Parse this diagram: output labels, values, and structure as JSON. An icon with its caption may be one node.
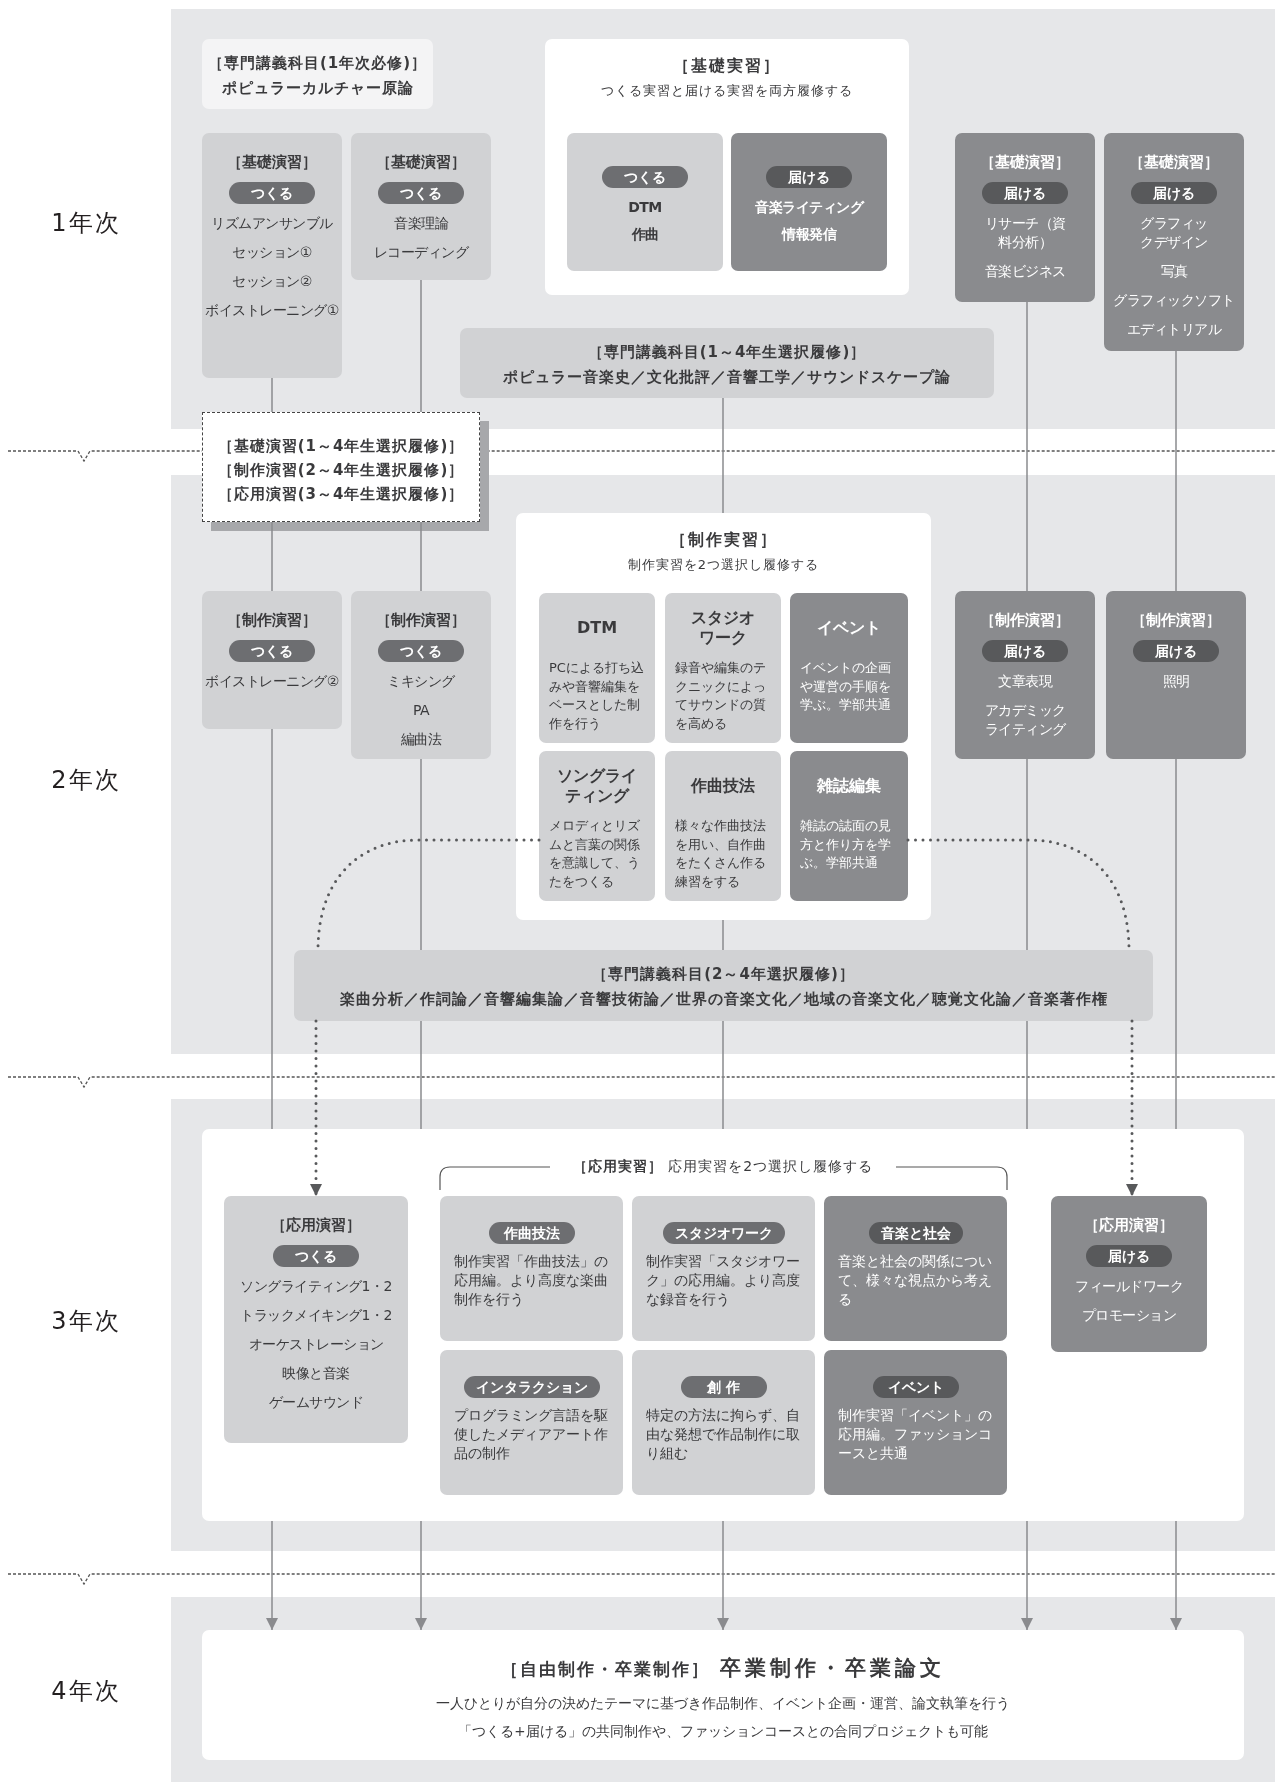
{
  "diagram": {
    "nodes": [
      {
        "text": [
          "［専門講義科目(1年次必修)］",
          "ポピュラーカルチャー原論"
        ]
      },
      {
        "text": [
          "［基礎実習］",
          "つくる実習と届ける実習を両方履修する"
        ]
      },
      {
        "text": [
          "つくる",
          "DTM",
          "作曲"
        ],
        "in": 1
      },
      {
        "text": [
          "届ける",
          "音楽ライティング",
          "情報発信"
        ],
        "in": 1
      },
      {
        "text": [
          "［基礎演習］",
          "つくる",
          "リズムアンサンブル",
          "セッション①",
          "セッション②",
          "ボイストレーニング①"
        ]
      },
      {
        "text": [
          "［基礎演習］",
          "つくる",
          "音楽理論",
          "レコーディング"
        ]
      },
      {
        "text": [
          "［基礎演習］",
          "届ける",
          "リサーチ（資料分析）",
          "音楽ビジネス"
        ]
      },
      {
        "text": [
          "［基礎演習］",
          "届ける",
          "グラフィックデザイン",
          "写真",
          "グラフィックソフト",
          "エディトリアル"
        ]
      },
      {
        "text": [
          "［専門講義科目(1～4年生選択履修)］",
          "ポピュラー音楽史／文化批評／音響工学／サウンドスケープ論"
        ]
      },
      {
        "text": [
          "［基礎演習(1～4年生選択履修)］",
          "［制作演習(2～4年生選択履修)］",
          "［応用演習(3～4年生選択履修)］"
        ]
      },
      {
        "text": [
          "［制作演習］",
          "つくる",
          "ボイストレーニング②"
        ]
      },
      {
        "text": [
          "［制作演習］",
          "つくる",
          "ミキシング",
          "PA",
          "編曲法"
        ]
      },
      {
        "text": [
          "［制作実習］",
          "制作実習を2つ選択し履修する"
        ]
      },
      {
        "text": [
          "DTM",
          "PCによる打ち込みや音響編集をベースとした制作を行う"
        ],
        "in": 12
      },
      {
        "text": [
          "スタジオワーク",
          "録音や編集のテクニックによってサウンドの質を高める"
        ],
        "in": 12
      },
      {
        "text": [
          "イベント",
          "イベントの企画や運営の手順を学ぶ。学部共通"
        ],
        "in": 12
      },
      {
        "text": [
          "ソングライティング",
          "メロディとリズムと言葉の関係を意識して、うたをつくる"
        ],
        "in": 12
      },
      {
        "text": [
          "作曲技法",
          "様々な作曲技法を用い、自作曲をたくさん作る練習をする"
        ],
        "in": 12
      },
      {
        "text": [
          "雑誌編集",
          "雑誌の誌面の見方と作り方を学ぶ。学部共通"
        ],
        "in": 12
      },
      {
        "text": [
          "［制作演習］",
          "届ける",
          "文章表現",
          "アカデミックライティング"
        ]
      },
      {
        "text": [
          "［制作演習］",
          "届ける",
          "照明"
        ]
      },
      {
        "text": [
          "［専門講義科目(2～4年選択履修)］",
          "楽曲分析／作詞論／音響編集論／音響技術論／世界の音楽文化／地域の音楽文化／聴覚文化論／音楽著作権"
        ]
      },
      {
        "text": [],
        "shape": "box"
      },
      {
        "text": [
          "［応用演習］",
          "つくる",
          "ソングライティング1・2",
          "トラックメイキング1・2",
          "オーケストレーション",
          "映像と音楽",
          "ゲームサウンド"
        ],
        "in": 22
      },
      {
        "text": [
          "作曲技法",
          "制作実習「作曲技法」の応用編。より高度な楽曲制作を行う"
        ],
        "in": 22
      },
      {
        "text": [
          "スタジオワーク",
          "制作実習「スタジオワーク」の応用編。より高度な録音を行う"
        ],
        "in": 22
      },
      {
        "text": [
          "音楽と社会",
          "音楽と社会の関係について、様々な視点から考える"
        ],
        "in": 22
      },
      {
        "text": [
          "インタラクション",
          "プログラミング言語を駆使したメディアアート作品の制作"
        ],
        "in": 22
      },
      {
        "text": [
          "創 作",
          "特定の方法に拘らず、自由な発想で作品制作に取り組む"
        ],
        "in": 22
      },
      {
        "text": [
          "イベント",
          "制作実習「イベント」の応用編。ファッションコースと共通"
        ],
        "in": 22
      },
      {
        "text": [
          "［応用演習］",
          "届ける",
          "フィールドワーク",
          "プロモーション"
        ],
        "in": 22
      },
      {
        "text": [
          "［自由制作・卒業制作］",
          "卒業制作・卒業論文",
          "一人ひとりが自分の決めたテーマに基づき作品制作、イベント企画・運営、論文執筆を行う",
          "「つくる+届ける」の共同制作や、ファッションコースとの合同プロジェクトも可能"
        ]
      }
    ],
    "edges": [
      {
        "from": 4,
        "to": 9,
        "arrow": "none"
      },
      {
        "from": 5,
        "to": 9,
        "arrow": "none"
      },
      {
        "from": 9,
        "to": 10,
        "arrow": "none"
      },
      {
        "from": 9,
        "to": 11,
        "arrow": "none"
      },
      {
        "from": 8,
        "to": 12,
        "arrow": "none"
      },
      {
        "from": 6,
        "to": 19,
        "arrow": "none"
      },
      {
        "from": 7,
        "to": 20,
        "arrow": "none"
      },
      {
        "from": 10,
        "to": 22,
        "arrow": "none"
      },
      {
        "from": 11,
        "to": 21,
        "arrow": "none"
      },
      {
        "from": 21,
        "to": 22,
        "arrow": "none"
      },
      {
        "from": 12,
        "to": 21,
        "arrow": "none"
      },
      {
        "from": 21,
        "to": 22,
        "arrow": "none"
      },
      {
        "from": 19,
        "to": 21,
        "arrow": "none"
      },
      {
        "from": 21,
        "to": 22,
        "arrow": "none"
      },
      {
        "from": 20,
        "to": 22,
        "arrow": "none"
      },
      {
        "from": 16,
        "to": 21,
        "arrow": "none",
        "style": "dashed",
        "color": "#58595b"
      },
      {
        "from": 18,
        "to": 21,
        "arrow": "none",
        "style": "dashed",
        "color": "#58595b"
      },
      {
        "from": 21,
        "to": 23,
        "arrow": "to",
        "style": "dashed",
        "color": "#58595b"
      },
      {
        "from": 21,
        "to": 30,
        "arrow": "to",
        "style": "dashed",
        "color": "#58595b"
      },
      {
        "from": 22,
        "to": 31,
        "arrow": "to"
      },
      {
        "from": 22,
        "to": 31,
        "arrow": "to"
      },
      {
        "from": 22,
        "to": 31,
        "arrow": "to"
      },
      {
        "from": 22,
        "to": 31,
        "arrow": "to"
      },
      {
        "from": 22,
        "to": 31,
        "arrow": "to"
      }
    ],
    "labels": [
      "1年次",
      "2年次",
      "**［応用実習］** 応用実習を2つ選択し履修する",
      "3年次",
      "4年次"
    ]
  }
}
